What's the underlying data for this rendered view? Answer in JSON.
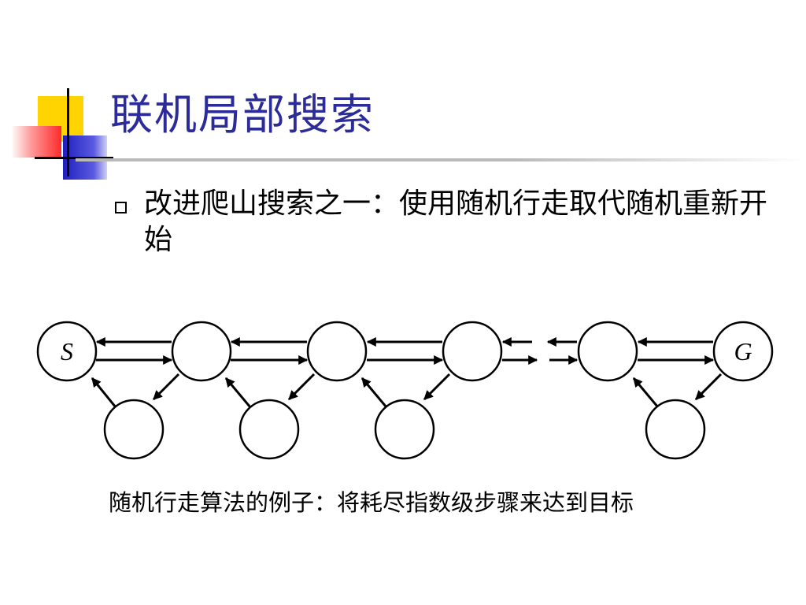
{
  "slide": {
    "title": "联机局部搜索",
    "bullet": "改进爬山搜索之一：使用随机行走取代随机重新开始",
    "caption": "随机行走算法的例子：将耗尽指数级步骤来达到目标"
  },
  "diagram": {
    "start_label": "S",
    "goal_label": "G"
  },
  "colors": {
    "title": "#2b2b9a",
    "accent_yellow": "#ffd400",
    "accent_red": "#ff3b3b",
    "accent_blue": "#2727c8",
    "rule": "#b9b9b9"
  }
}
